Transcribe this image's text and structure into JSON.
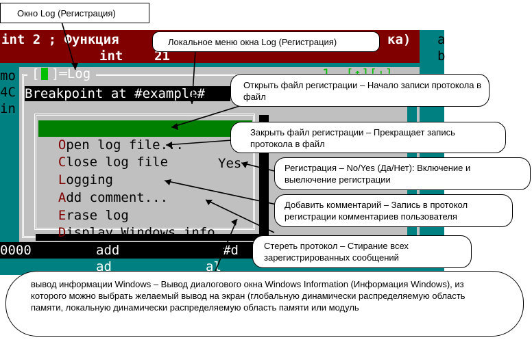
{
  "window_caption_label": "Окно Log (Регистрация)",
  "local_menu_label": "Локальное меню окна Log (Регистрация)",
  "background": {
    "line1": "int 2 ; Функция ",
    "line1_right": "ка)",
    "line2": "int    21",
    "right_col_1": "a",
    "right_col_2": "b",
    "left_col_1": "mo",
    "left_col_2": "4C",
    "left_col_3": "in",
    "bottom_addr": "0000",
    "bottom_instr": "add",
    "bottom_instr_tail": "#d",
    "bottom_line2": "ad",
    "bottom_line2_tail": "al"
  },
  "log_window": {
    "title_prefix": "[",
    "title_close": "■",
    "title_suffix": "]═Log",
    "title_right": "1  [↑][↓]",
    "content_line": "Breakpoint at #example#"
  },
  "menu": {
    "items": [
      {
        "hot": "O",
        "rest": "pen log file...",
        "value": ""
      },
      {
        "hot": "C",
        "rest": "lose log file",
        "value": ""
      },
      {
        "hot": "L",
        "rest": "ogging",
        "value": "Yes"
      },
      {
        "hot": "A",
        "rest": "dd comment...",
        "value": ""
      },
      {
        "hot": "E",
        "rest": "rase log",
        "value": ""
      },
      {
        "hot": "D",
        "rest": "isplay Windows info...",
        "value": ""
      }
    ]
  },
  "callouts": {
    "open": "Открыть файл регистрации – Начало записи протокола в файл",
    "close": "Закрыть файл регистрации – Прекращает запись протокола в файл",
    "logging": "Регистрация – No/Yes (Да/Нет): Включение и выелючение регистрации",
    "add": "Добавить комментарий – Запись в протокол регистрации комментариев пользователя",
    "erase": "Стереть протокол – Стирание всех зарегистрированных сообщений",
    "display": "вывод информации Windows – Вывод диалогового окна Windows Information (Информация Windows), из которого можно выбрать желаемый вывод на экран (глобальную динамически распределяемую область памяти, локальную динамически распределяемую область памяти или модуль"
  },
  "colors": {
    "teal": "#008080",
    "maroon": "#800000",
    "menu_gray": "#c0c0c0",
    "selected_green": "#008000",
    "hotkey": "#800000"
  }
}
